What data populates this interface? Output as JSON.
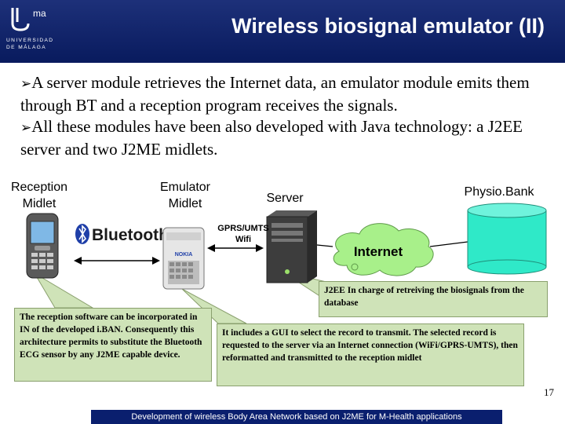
{
  "header": {
    "logo_sup": "ma",
    "logo_line1": "UNIVERSIDAD",
    "logo_line2": "DE MÁLAGA",
    "title": "Wireless biosignal emulator (II)"
  },
  "bullets": [
    "A server module retrieves the Internet data, an emulator module emits them through BT and a reception program receives the signals.",
    "All these modules have been also developed with Java technology: a J2EE server and two J2ME midlets."
  ],
  "diagram": {
    "reception_label_1": "Reception",
    "reception_label_2": "Midlet",
    "emulator_label_1": "Emulator",
    "emulator_label_2": "Midlet",
    "server_label": "Server",
    "physiobank_label": "Physio.Bank",
    "bluetooth_label": "Bluetooth",
    "gprs_label_1": "GPRS/UMTS",
    "gprs_label_2": "Wifi",
    "internet_label": "Internet",
    "phone_brand": "NOKIA"
  },
  "callouts": {
    "reception": "The reception software can be incorporated in IN of the developed i.BAN. Consequently this architecture permits to substitute the Bluetooth ECG sensor by any J2ME capable device.",
    "server": "J2EE In charge of retreiving the biosignals from the database",
    "emulator": "It includes a GUI to select the record to transmit. The selected record is requested to the server via an Internet connection (WiFi/GPRS-UMTS), then reformatted and transmitted to the reception midlet"
  },
  "page_number": "17",
  "footer": "Development of wireless Body Area Network based on J2ME for M-Health applications",
  "colors": {
    "header_bg": "#0a1f6e",
    "callout_bg": "#cfe3b8",
    "cloud": "#a8f08a",
    "database": "#2fe9c8"
  }
}
